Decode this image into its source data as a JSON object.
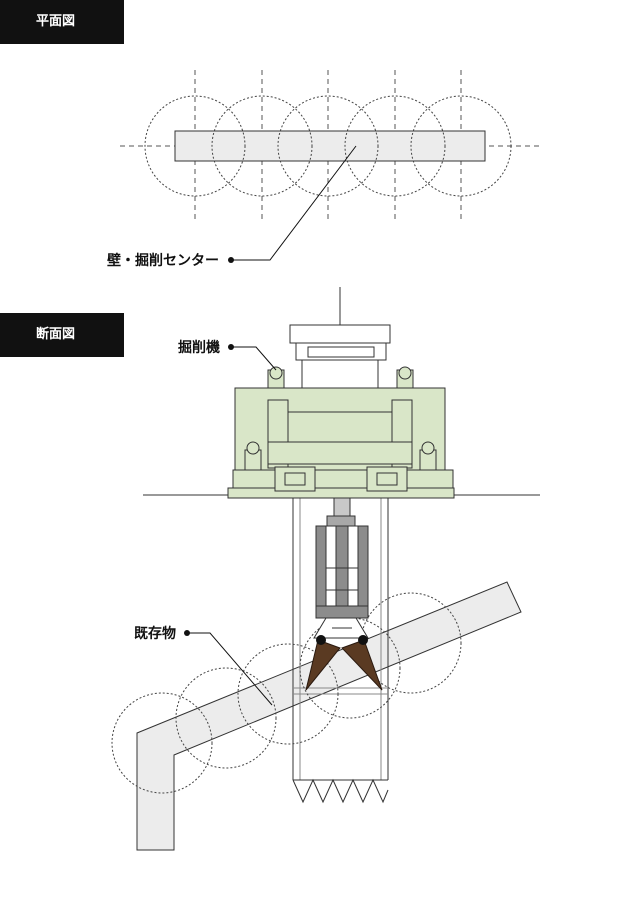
{
  "plan_view": {
    "title": "平面図",
    "callout": "壁・掘削センター"
  },
  "section_view": {
    "title": "断面図",
    "callouts": {
      "machine": "掘削機",
      "existing": "既存物"
    }
  },
  "colors": {
    "machine_green": "#d9e6c8",
    "wall_gray": "#ececec",
    "cutter_brown": "#5a3a22",
    "rod_gray": "#8c8c8c",
    "label_black": "#111111"
  }
}
